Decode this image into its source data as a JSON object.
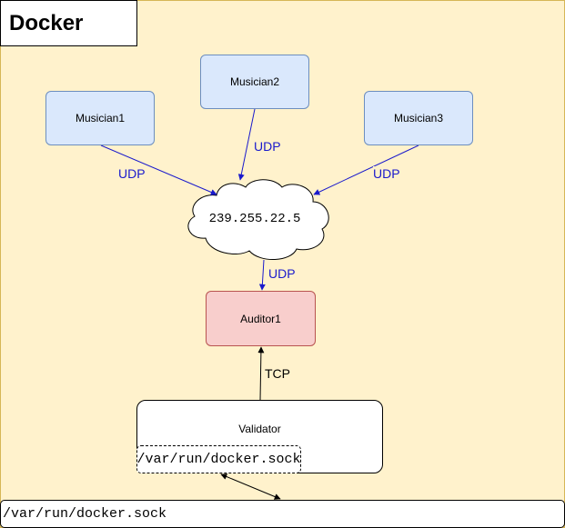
{
  "title": "Docker",
  "nodes": {
    "musician1": "Musician1",
    "musician2": "Musician2",
    "musician3": "Musician3",
    "multicast": "239.255.22.5",
    "auditor": "Auditor1",
    "validator": "Validator",
    "validator_socket": "/var/run/docker.sock",
    "host_socket": "/var/run/docker.sock"
  },
  "edges": {
    "musician1_udp": "UDP",
    "musician2_udp": "UDP",
    "musician3_udp": "UDP",
    "multicast_udp": "UDP",
    "validator_tcp": "TCP"
  },
  "colors": {
    "container_fill": "#fff2cc",
    "container_border": "#d6b656",
    "musician_fill": "#dae8fc",
    "musician_border": "#6c8ebf",
    "auditor_fill": "#f8cecc",
    "auditor_border": "#b85450",
    "udp_color": "#1a1acc",
    "tcp_color": "#000000"
  }
}
